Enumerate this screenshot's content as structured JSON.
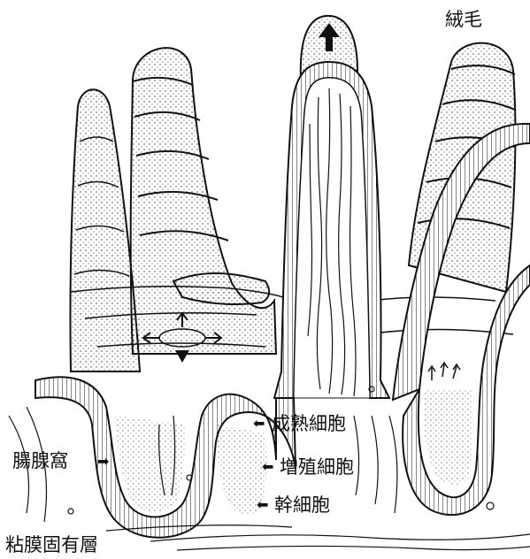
{
  "labels": {
    "villus": "絨毛",
    "crypt": "腸腺窩",
    "mature_cells": "成熟細胞",
    "proliferating_cells": "増殖細胞",
    "stem_cells": "幹細胞",
    "lamina_propria": "粘膜固有層"
  },
  "icons": {
    "pointer_right": "arrow-right-icon",
    "pointer_left": "arrow-left-icon",
    "up_arrow": "arrow-up-icon",
    "cross_arrows": "four-way-arrows-icon"
  },
  "colors": {
    "ink": "#111111",
    "background": "#ffffff"
  }
}
